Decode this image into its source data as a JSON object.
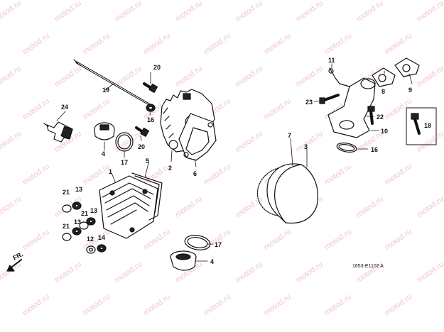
{
  "watermark": "motod.ru",
  "diagram_code": "1653-E1102 A",
  "front_indicator": "FR.",
  "part_labels": {
    "p1": "1",
    "p2": "2",
    "p3": "3",
    "p4a": "4",
    "p4b": "4",
    "p5": "5",
    "p6": "6",
    "p7": "7",
    "p8": "8",
    "p9": "9",
    "p10": "10",
    "p12": "12",
    "p13a": "13",
    "p13b": "13",
    "p14": "14",
    "p16a": "16",
    "p16b": "16",
    "p17a": "17",
    "p17b": "17",
    "p18": "18",
    "p19": "19",
    "p20a": "20",
    "p20b": "20",
    "p21a": "21",
    "p21b": "21",
    "p21c": "21",
    "p22": "22",
    "p23": "23",
    "p24": "24"
  }
}
